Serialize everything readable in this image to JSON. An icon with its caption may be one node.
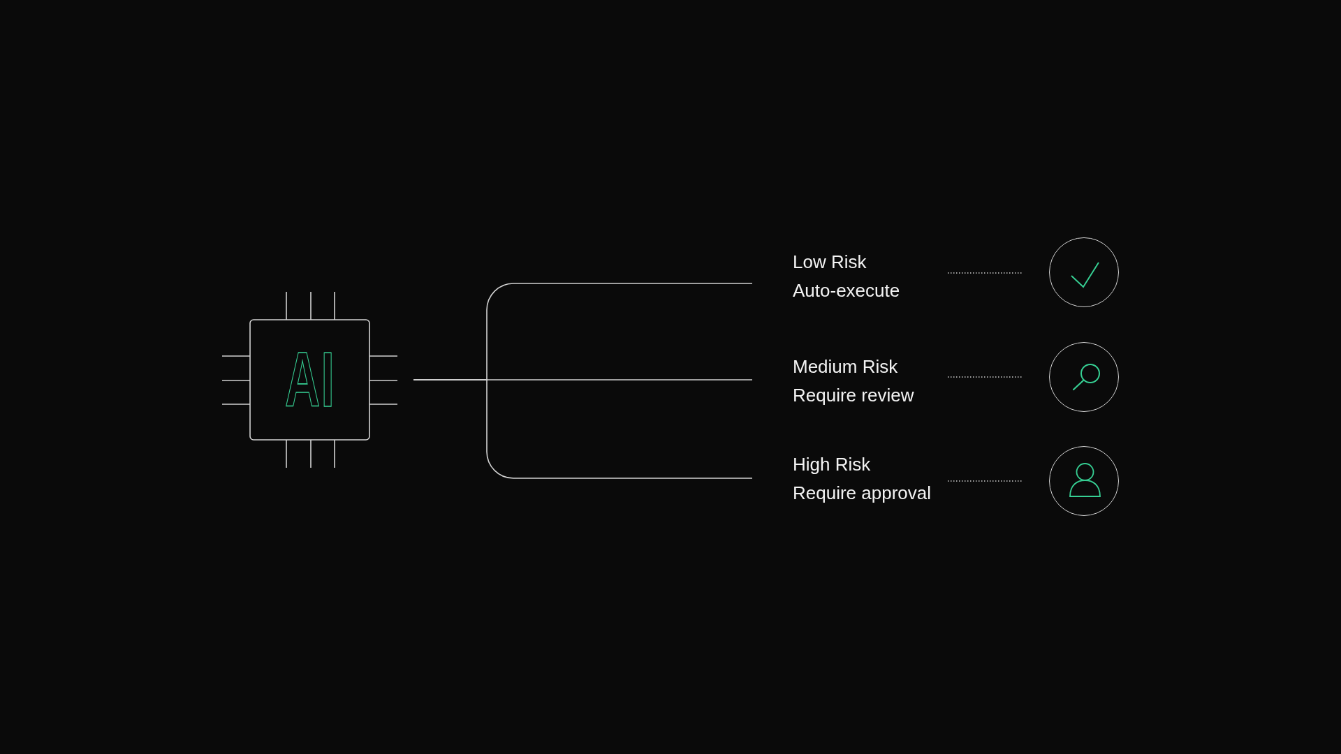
{
  "diagram": {
    "nodes": [
      {
        "text": [
          "AI"
        ]
      },
      {
        "text": [
          "Low Risk",
          "Auto-execute"
        ]
      },
      {
        "text": [],
        "shape": "circle"
      },
      {
        "text": [
          "Medium Risk",
          "Require review"
        ]
      },
      {
        "text": [],
        "shape": "circle"
      },
      {
        "text": [
          "High Risk",
          "Require approval"
        ]
      },
      {
        "text": [],
        "shape": "circle"
      }
    ],
    "edges": [
      {
        "from": 0,
        "to": 1,
        "arrow": "none"
      },
      {
        "from": 0,
        "to": 3,
        "arrow": "none"
      },
      {
        "from": 0,
        "to": 5,
        "arrow": "none"
      },
      {
        "from": 1,
        "to": 2,
        "arrow": "none",
        "style": "dashed"
      },
      {
        "from": 3,
        "to": 4,
        "arrow": "none",
        "style": "dashed"
      },
      {
        "from": 5,
        "to": 6,
        "arrow": "none",
        "style": "dashed"
      }
    ]
  }
}
